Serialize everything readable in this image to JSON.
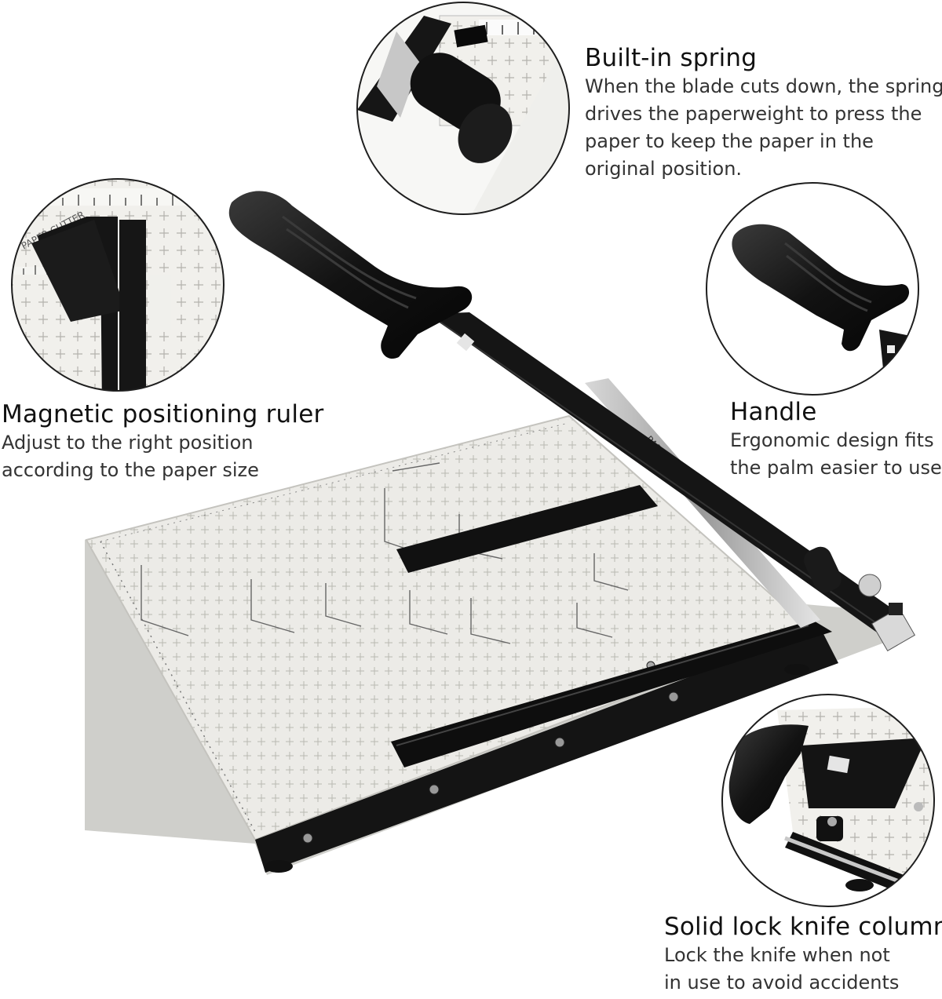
{
  "features": {
    "spring": {
      "title": "Built-in spring",
      "desc": [
        "When the blade cuts down, the spring",
        "drives the paperweight to press the",
        "paper to keep the paper in the",
        "original position."
      ]
    },
    "ruler": {
      "title": "Magnetic positioning ruler",
      "desc": [
        "Adjust to the right position",
        "according to the paper size"
      ]
    },
    "handle": {
      "title": "Handle",
      "desc": [
        "Ergonomic design fits",
        "the palm easier to use"
      ]
    },
    "lock": {
      "title": "Solid lock knife column",
      "desc": [
        "Lock the knife when not",
        "in use to avoid accidents"
      ]
    }
  },
  "product_label": "PAPER CUTTER",
  "colors": {
    "board": "#ecebe7",
    "grid": "#b9b8b2",
    "metal_dark": "#111111",
    "callout_border": "#222222"
  }
}
